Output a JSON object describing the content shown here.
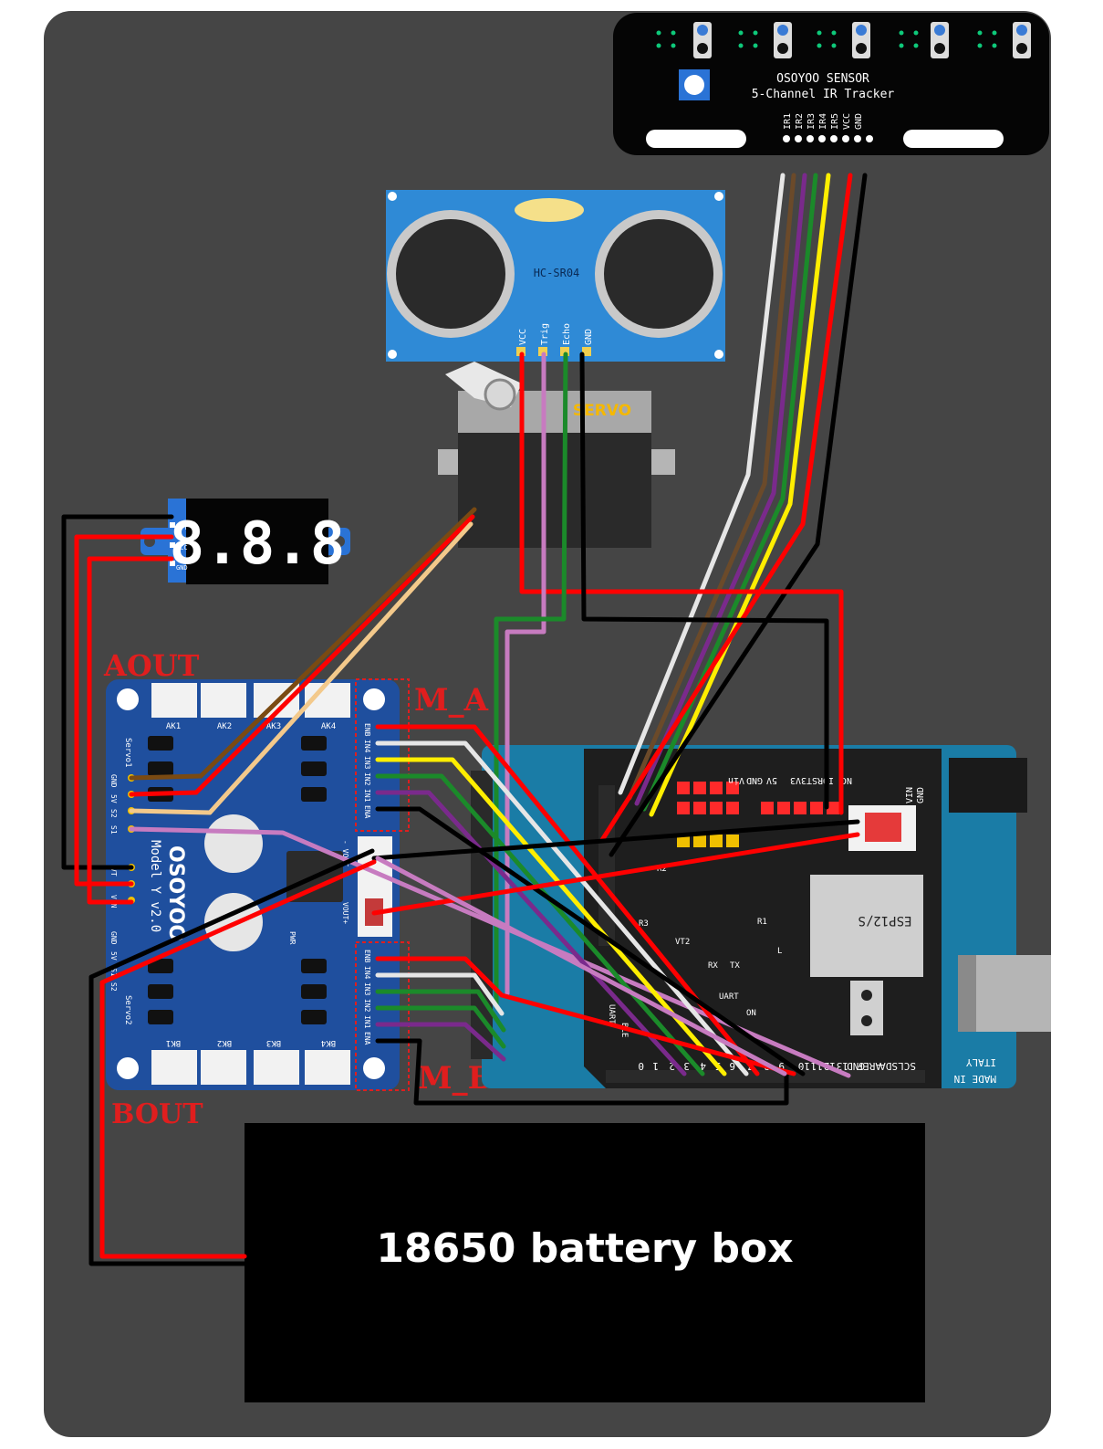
{
  "ir_sensor": {
    "brand": "OSOYOO SENSOR",
    "name": "5-Channel IR Tracker",
    "pins": [
      "IR1",
      "IR2",
      "IR3",
      "IR4",
      "IR5",
      "VCC",
      "GND"
    ]
  },
  "ultrasonic": {
    "model": "HC-SR04",
    "pins": [
      "VCC",
      "Trig",
      "Echo",
      "GND"
    ]
  },
  "servo": {
    "label": "SERVO"
  },
  "voltmeter": {
    "display": "8.8.8",
    "pins": [
      "VT",
      "VCC",
      "GND"
    ]
  },
  "motor_driver": {
    "brand": "OSOYOO",
    "model": "Model Y v2.0",
    "label_aout": "AOUT",
    "label_bout": "BOUT",
    "label_ma": "M_A",
    "label_mb": "M_B",
    "top_connectors": [
      "AK1",
      "AK2",
      "AK3",
      "AK4"
    ],
    "bottom_connectors": [
      "BK1",
      "BK2",
      "BK3",
      "BK4"
    ],
    "servo1_pins": [
      "GND",
      "5V",
      "S2",
      "S1"
    ],
    "servo1_label": "Servo1",
    "servo2_label": "Servo2",
    "power_pins": [
      "VT",
      "G",
      "VIN"
    ],
    "servo2_pins": [
      "GND",
      "5V",
      "S1",
      "S2"
    ],
    "ma_pins": [
      "ENB",
      "IN4",
      "IN3",
      "IN2",
      "IN1",
      "ENA"
    ],
    "mb_pins": [
      "ENB",
      "IN4",
      "IN3",
      "IN2",
      "IN1",
      "ENA"
    ],
    "vout_minus": "- VOUT",
    "vout_plus": "VOUT+",
    "pwr": "PWR"
  },
  "arduino": {
    "wifi_module": "ESP12/S",
    "made_in": "MADE IN",
    "italy": "ITALY",
    "header_top": [
      "NC",
      "IO",
      "RST",
      "3V3",
      "5V",
      "GND",
      "Vin"
    ],
    "header_bottom": [
      "SCL",
      "SDA",
      "AREF",
      "GND",
      "13",
      "12",
      "11",
      "10",
      "9",
      "8",
      "7",
      "6",
      "5",
      "4",
      "3",
      "2",
      "1",
      "0"
    ],
    "power_pins": [
      "VIN",
      "GND"
    ],
    "labels": [
      "UART",
      "BLE",
      "L",
      "RX",
      "TX",
      "UART",
      "ON",
      "VT2",
      "R1",
      "R2",
      "R3"
    ]
  },
  "battery": {
    "label": "18650 battery box"
  },
  "colors": {
    "board": "#454545",
    "driver": "#1f4f9e",
    "arduino_blue": "#1a7ca6",
    "shield": "#1e1e1e",
    "sensor_blue": "#2f8ad6",
    "wire_red": "#ff0000",
    "wire_black": "#000000",
    "wire_white": "#e6e6e6",
    "wire_purple": "#7a2a8c",
    "wire_green": "#1b8a2a",
    "wire_yellow": "#ffee00",
    "wire_pink": "#c77bc0",
    "wire_brown": "#7a4a12",
    "wire_tan": "#f3c98b",
    "label_red": "#e01e1e"
  }
}
